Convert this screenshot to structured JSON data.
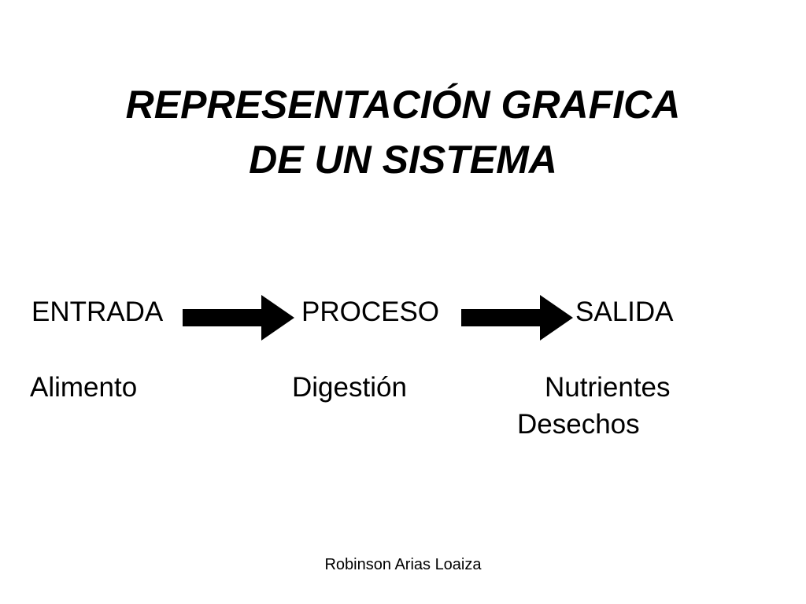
{
  "title": {
    "line1": "REPRESENTACIÓN GRAFICA",
    "line2": "DE UN SISTEMA"
  },
  "stages": {
    "input": "ENTRADA",
    "process": "PROCESO",
    "output": "SALIDA"
  },
  "examples": {
    "input": "Alimento",
    "process": "Digestión",
    "output_1": "Nutrientes",
    "output_2": "Desechos"
  },
  "footer": "Robinson Arias Loaiza",
  "colors": {
    "background": "#ffffff",
    "text": "#000000",
    "arrow": "#000000"
  },
  "icons": [
    "arrow-right-icon",
    "arrow-right-icon"
  ]
}
